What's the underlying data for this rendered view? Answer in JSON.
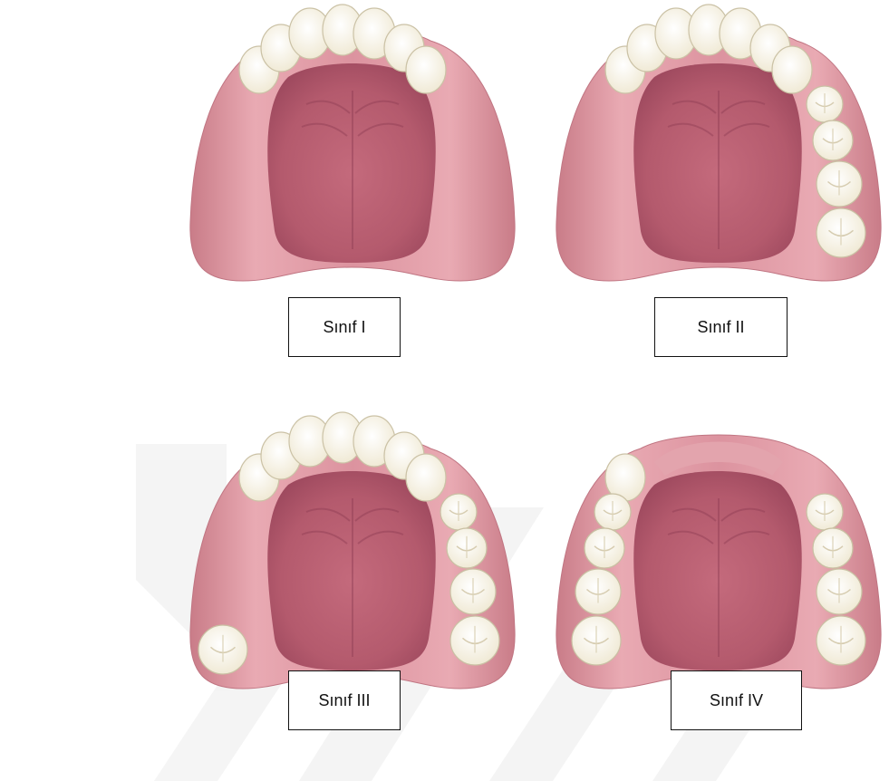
{
  "figure": {
    "panels": [
      {
        "label": "Sınıf I",
        "missing_left_posterior": true,
        "missing_right_posterior": true,
        "missing_anterior": false,
        "left_remaining_molar": false
      },
      {
        "label": "Sınıf II",
        "missing_left_posterior": true,
        "missing_right_posterior": false,
        "missing_anterior": false,
        "left_remaining_molar": false
      },
      {
        "label": "Sınıf III",
        "missing_left_posterior": true,
        "missing_right_posterior": false,
        "missing_anterior": false,
        "left_remaining_molar": true
      },
      {
        "label": "Sınıf IV",
        "missing_left_posterior": false,
        "missing_right_posterior": false,
        "missing_anterior": true,
        "left_remaining_molar": false
      }
    ]
  },
  "colors": {
    "gum": "#d98c97",
    "gum_light": "#ecb6bd",
    "palate": "#b8596d",
    "palate_dark": "#9c4259",
    "tooth": "#f7f3e6",
    "tooth_stroke": "#cfc7ad",
    "watermark": "#f1f1f1"
  }
}
